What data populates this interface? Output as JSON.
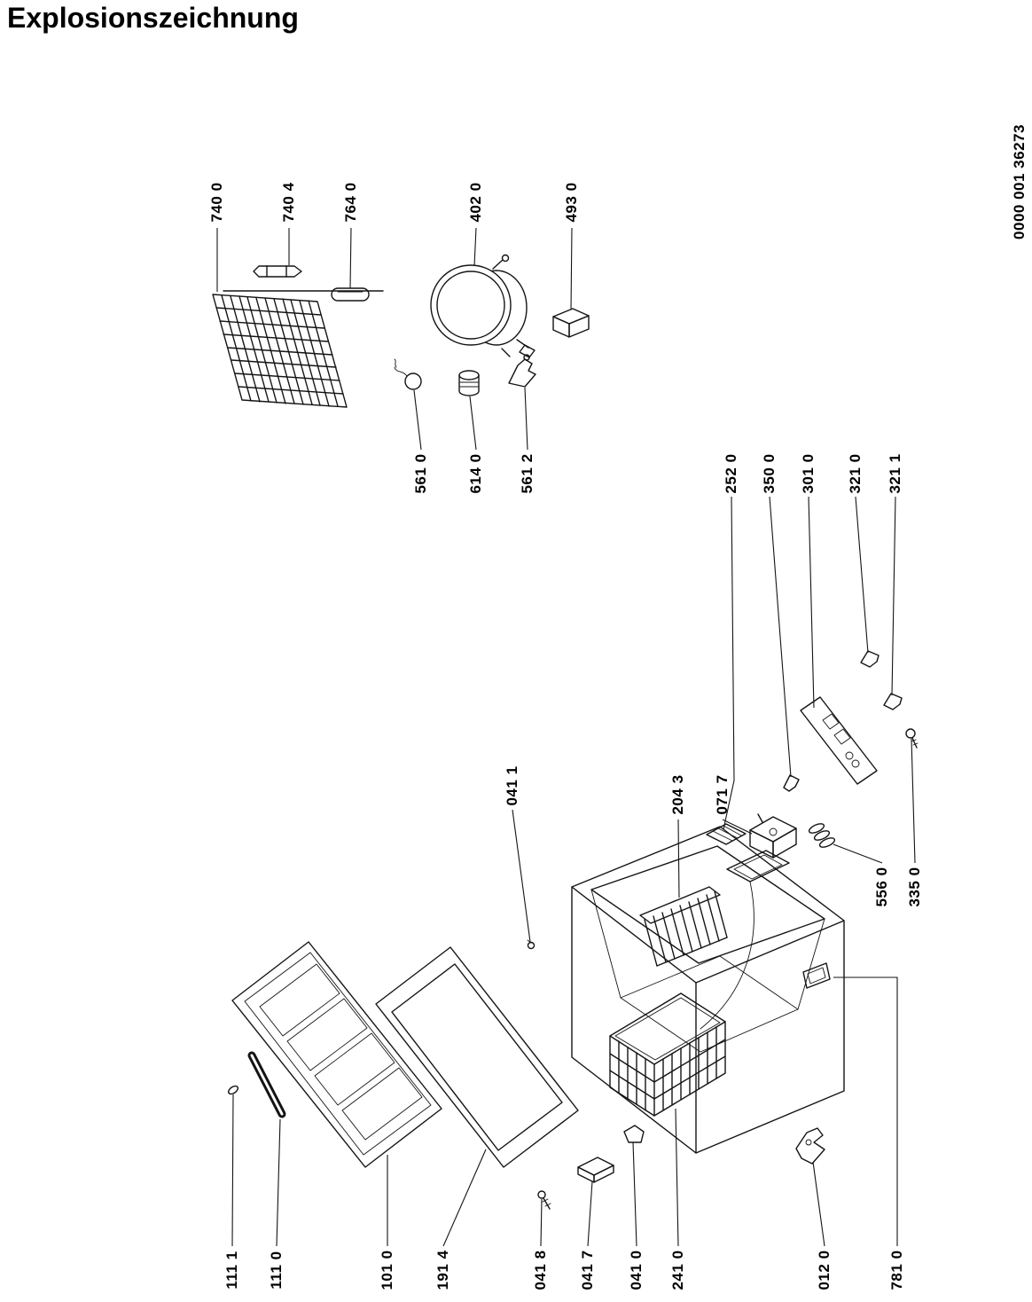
{
  "title": "Explosionszeichnung",
  "doc_number": "0000 001 36273",
  "part_labels": [
    {
      "text": "740 0"
    },
    {
      "text": "740 4"
    },
    {
      "text": "764 0"
    },
    {
      "text": "402 0"
    },
    {
      "text": "493 0"
    },
    {
      "text": "561 0"
    },
    {
      "text": "614 0"
    },
    {
      "text": "561 2"
    },
    {
      "text": "252 0"
    },
    {
      "text": "350 0"
    },
    {
      "text": "301 0"
    },
    {
      "text": "321 0"
    },
    {
      "text": "321 1"
    },
    {
      "text": "041 1"
    },
    {
      "text": "204 3"
    },
    {
      "text": "071 7"
    },
    {
      "text": "556 0"
    },
    {
      "text": "335 0"
    },
    {
      "text": "111 1"
    },
    {
      "text": "111 0"
    },
    {
      "text": "101 0"
    },
    {
      "text": "191 4"
    },
    {
      "text": "041 8"
    },
    {
      "text": "041 7"
    },
    {
      "text": "041 0"
    },
    {
      "text": "241 0"
    },
    {
      "text": "012 0"
    },
    {
      "text": "781 0"
    }
  ]
}
